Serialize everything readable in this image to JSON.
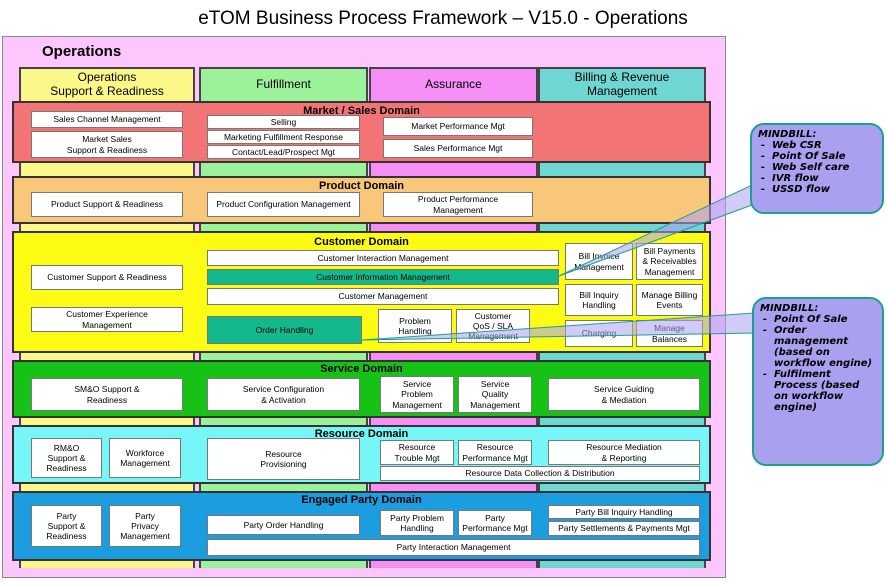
{
  "title": "eTOM Business Process Framework – V15.0 - Operations",
  "operations_label": "Operations",
  "columns": {
    "osr": "Operations\nSupport & Readiness",
    "fulfillment": "Fulfillment",
    "assurance": "Assurance",
    "billing": "Billing & Revenue\nManagement"
  },
  "colors": {
    "frame": "#fdc6fd",
    "osr": "#fbf788",
    "fulfillment": "#9bf29b",
    "assurance": "#f58ff5",
    "billing": "#6fd6d1",
    "market": "#f37474",
    "product": "#f9c77a",
    "customer": "#fbfb14",
    "service": "#16c216",
    "resource": "#76f6f6",
    "engaged": "#1c9de0",
    "highlight": "#13b98d",
    "callout": "#a9a1f0"
  },
  "market": {
    "title": "Market / Sales Domain",
    "sales_channel": "Sales Channel Management",
    "market_sales": "Market Sales\nSupport & Readiness",
    "selling": "Selling",
    "marketing_fulfillment": "Marketing Fulfillment Response",
    "contact_lead": "Contact/Lead/Prospect Mgt",
    "market_perf": "Market Performance Mgt",
    "sales_perf": "Sales Performance Mgt"
  },
  "product": {
    "title": "Product Domain",
    "support": "Product Support & Readiness",
    "configuration": "Product Configuration Management",
    "performance": "Product Performance\nManagement"
  },
  "customer": {
    "title": "Customer Domain",
    "support": "Customer Support & Readiness",
    "experience": "Customer Experience\nManagement",
    "interaction": "Customer Interaction Management",
    "information": "Customer Information Management",
    "management": "Customer Management",
    "order_handling": "Order Handling",
    "problem_handling": "Problem\nHandling",
    "qos": "Customer\nQoS / SLA\nManagement",
    "bill_invoice": "Bill Invoice\nManagement",
    "bill_payments": "Bill Payments\n& Receivables\nManagement",
    "bill_inquiry": "Bill Inquiry\nHandling",
    "billing_events": "Manage Billing\nEvents",
    "charging": "Charging",
    "balances": "Manage\nBalances"
  },
  "service": {
    "title": "Service Domain",
    "support": "SM&O Support &\nReadiness",
    "configuration": "Service Configuration\n& Activation",
    "problem": "Service\nProblem\nManagement",
    "quality": "Service\nQuality\nManagement",
    "guiding": "Service Guiding\n& Mediation"
  },
  "resource": {
    "title": "Resource Domain",
    "support": "RM&O\nSupport &\nReadiness",
    "workforce": "Workforce\nManagement",
    "provisioning": "Resource\nProvisioning",
    "trouble": "Resource\nTrouble Mgt",
    "performance": "Resource\nPerformance Mgt",
    "mediation": "Resource Mediation\n& Reporting",
    "data_collection": "Resource Data Collection  & Distribution"
  },
  "engaged": {
    "title": "Engaged Party Domain",
    "support": "Party\nSupport &\nReadiness",
    "privacy": "Party\nPrivacy\nManagement",
    "order": "Party Order Handling",
    "problem": "Party Problem\nHandling",
    "performance": "Party\nPerformance Mgt",
    "bill_inquiry": "Party Bill Inquiry Handling",
    "settlements": "Party Settlements  & Payments Mgt",
    "interaction": "Party Interaction Management"
  },
  "callout1": {
    "title": "MINDBILL:",
    "items": [
      "Web CSR",
      "Point Of Sale",
      "Web Self care",
      "IVR flow",
      "USSD flow"
    ]
  },
  "callout2": {
    "title": "MINDBILL:",
    "items": [
      "Point Of Sale",
      "Order management (based on workflow engine)",
      "Fulfilment Process (based on workflow engine)"
    ]
  }
}
